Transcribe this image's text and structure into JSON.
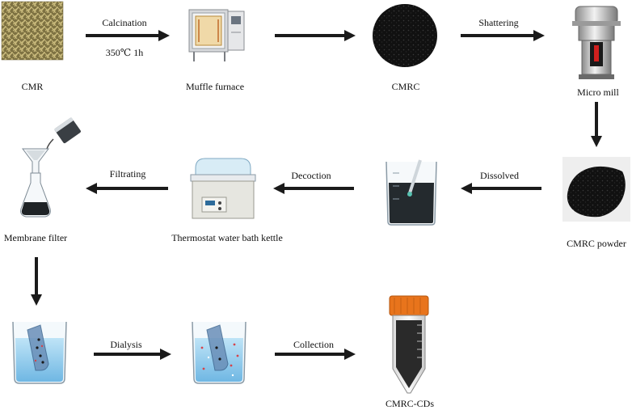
{
  "items": {
    "cmr": "CMR",
    "muffle_furnace": "Muffle furnace",
    "cmrc": "CMRC",
    "micro_mill": "Micro mill",
    "cmrc_powder": "CMRC powder",
    "membrane_filter": "Membrane filter",
    "thermostat": "Thermostat water bath kettle",
    "cmrc_cds": "CMRC-CDs"
  },
  "steps": {
    "calcination": "Calcination",
    "calcination_condition": "350℃  1h",
    "shattering": "Shattering",
    "dissolved": "Dissolved",
    "decoction": "Decoction",
    "filtrating": "Filtrating",
    "dialysis": "Dialysis",
    "collection": "Collection"
  },
  "colors": {
    "arrow": "#1a1a1a",
    "cmr_straw": "#a89a5c",
    "charcoal": "#0f0f0f",
    "orange_cap": "#e8741c",
    "water_blue": "#8ec9ec",
    "bag_blue": "#6a8fb8"
  }
}
